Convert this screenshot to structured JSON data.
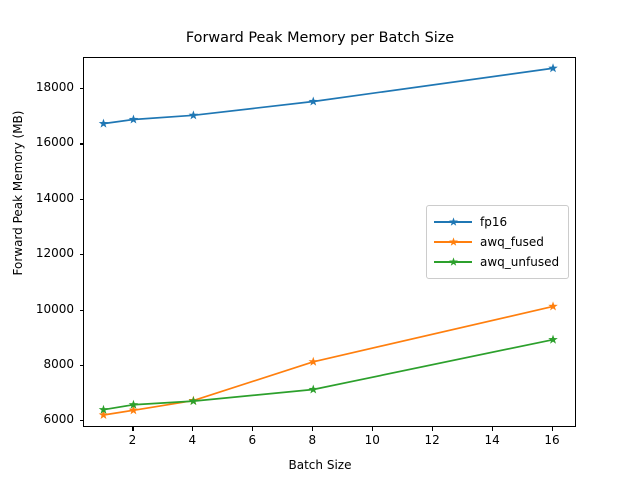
{
  "chart_data": {
    "type": "line",
    "title": "Forward Peak Memory per Batch Size",
    "xlabel": "Batch Size",
    "ylabel": "Forward Peak Memory (MB)",
    "x": [
      1,
      2,
      4,
      8,
      16
    ],
    "xlim": [
      0.35,
      16.8
    ],
    "ylim": [
      5760,
      19120
    ],
    "xticks": [
      2,
      4,
      6,
      8,
      10,
      12,
      14,
      16
    ],
    "yticks": [
      6000,
      8000,
      10000,
      12000,
      14000,
      16000,
      18000
    ],
    "xtick_labels": [
      "2",
      "4",
      "6",
      "8",
      "10",
      "12",
      "14",
      "16"
    ],
    "ytick_labels": [
      "6000",
      "8000",
      "10000",
      "12000",
      "14000",
      "16000",
      "18000"
    ],
    "grid": false,
    "legend_position": "center right",
    "marker": "star",
    "series": [
      {
        "name": "fp16",
        "color": "#1f77b4",
        "values": [
          16750,
          16900,
          17050,
          17550,
          18750
        ]
      },
      {
        "name": "awq_fused",
        "color": "#ff7f0e",
        "values": [
          6230,
          6400,
          6750,
          8150,
          10150
        ]
      },
      {
        "name": "awq_unfused",
        "color": "#2ca02c",
        "values": [
          6420,
          6600,
          6730,
          7150,
          8950
        ]
      }
    ]
  },
  "figure": {
    "background": "#ffffff",
    "axes_color": "#000000"
  }
}
